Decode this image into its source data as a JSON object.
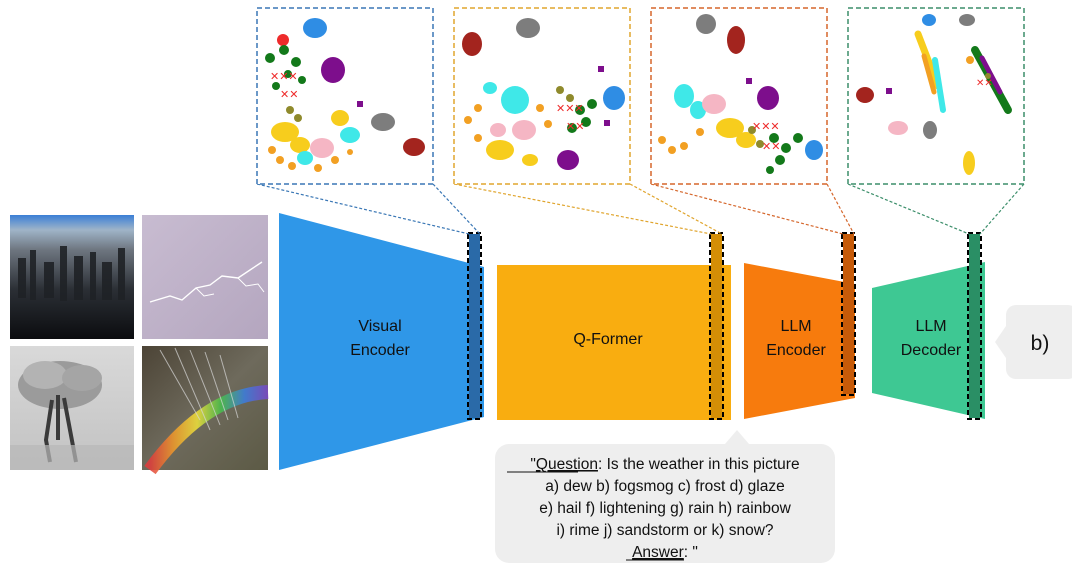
{
  "blocks": {
    "visual_encoder": {
      "line1": "Visual",
      "line2": "Encoder",
      "color": "#2f97e8"
    },
    "q_former": {
      "label": "Q-Former",
      "color": "#f9ad10"
    },
    "llm_encoder": {
      "line1": "LLM",
      "line2": "Encoder",
      "color": "#f77b0d"
    },
    "llm_decoder": {
      "line1": "LLM",
      "line2": "Decoder",
      "color": "#3ec893"
    }
  },
  "subfigure_label": "b)",
  "prompt": {
    "question_label": "Question",
    "line1_rest": ": Is the weather in this picture",
    "line2": "a) dew b) fogsmog c) frost d) glaze",
    "line3": "e) hail f) lightening g) rain h) rainbow",
    "line4": "i) rime j) sandstorm or k) snow?",
    "answer_label": "Answer",
    "answer_rest": ": \""
  },
  "inset_frame_colors": [
    "#3a77b5",
    "#e0a52e",
    "#d5672c",
    "#3b8e6a"
  ],
  "cluster_colors": {
    "blue": "#2f8de4",
    "gray": "#7d7d7d",
    "purple": "#7d0e8c",
    "darkred": "#a3241e",
    "green": "#13791a",
    "red": "#ee2b2b",
    "olive": "#8f8a2c",
    "gold": "#f7cd1d",
    "orange": "#f2a023",
    "cyan": "#3fe8e8",
    "pink": "#f5b6c4"
  },
  "input_images": [
    "fog-city-image",
    "lightning-sky-image",
    "frost-tree-image",
    "rainbow-spray-image"
  ]
}
